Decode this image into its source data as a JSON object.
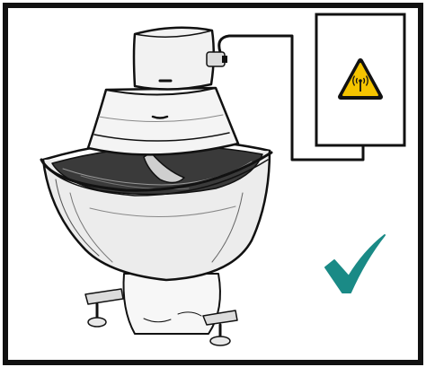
{
  "figure": {
    "kind": "safety-illustration",
    "subject": "spiral-dough-mixer",
    "warning_sign": {
      "icon": "radio-waves-warning-icon",
      "sign_color": "#f5c400",
      "symbol_color": "#111111"
    },
    "indicator": {
      "icon": "checkmark-icon",
      "meaning": "correct",
      "color": "#1a8a86"
    },
    "line_color": "#111111",
    "background": "#ffffff"
  }
}
